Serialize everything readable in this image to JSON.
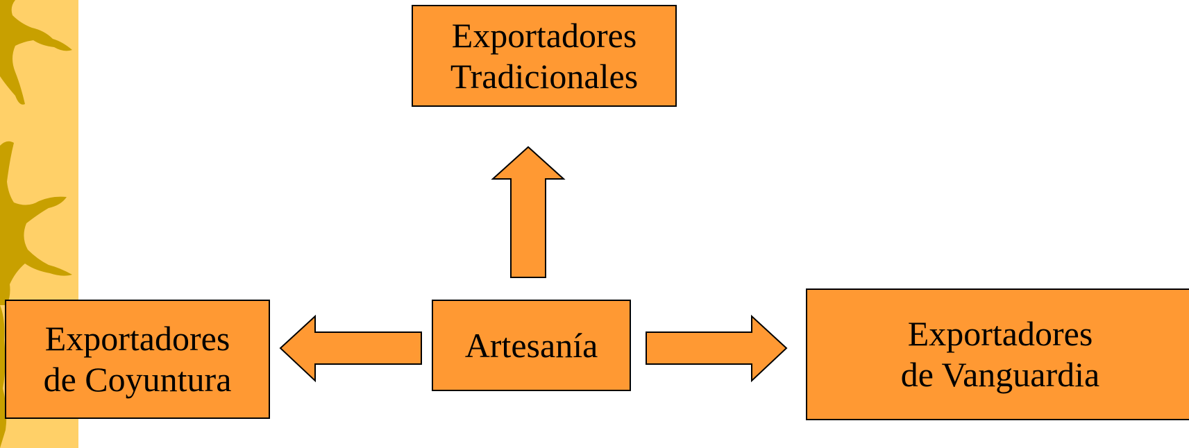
{
  "colors": {
    "box_fill": "#ff9933",
    "box_border": "#000000",
    "side_strip": "#ffd068",
    "side_ornament": "#c8a000"
  },
  "boxes": {
    "top": {
      "line1": "Exportadores",
      "line2": "Tradicionales"
    },
    "center": {
      "label": "Artesanía"
    },
    "left": {
      "line1": "Exportadores",
      "line2": "de Coyuntura"
    },
    "right": {
      "line1": "Exportadores",
      "line2": "de Vanguardia"
    }
  },
  "arrows": [
    "up",
    "left",
    "right"
  ]
}
